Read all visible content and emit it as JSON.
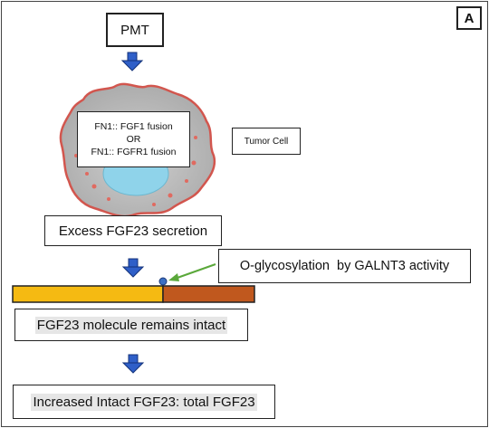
{
  "panel_label": "A",
  "nodes": {
    "pmt": "PMT",
    "fusion": {
      "line1": "FN1:: FGF1 fusion",
      "line2": "OR",
      "line3": "FN1:: FGFR1 fusion"
    },
    "tumor_cell": "Tumor Cell",
    "secretion": "Excess FGF23 secretion",
    "glycosylation": "O-glycosylation  by GALNT3 activity",
    "intact": "FGF23 molecule remains intact",
    "final": "Increased Intact FGF23: total FGF23"
  },
  "colors": {
    "arrow_blue": "#2f5fc8",
    "cell_membrane": "#d2564e",
    "cytoplasm": "#b5b5b5",
    "nucleus": "#8fd3ea",
    "granules": "#e06a60",
    "molecule_left": "#f5ba12",
    "molecule_right": "#c0581e",
    "glyco_site": "#3b6fc4",
    "pointer_green": "#5aa83a"
  }
}
